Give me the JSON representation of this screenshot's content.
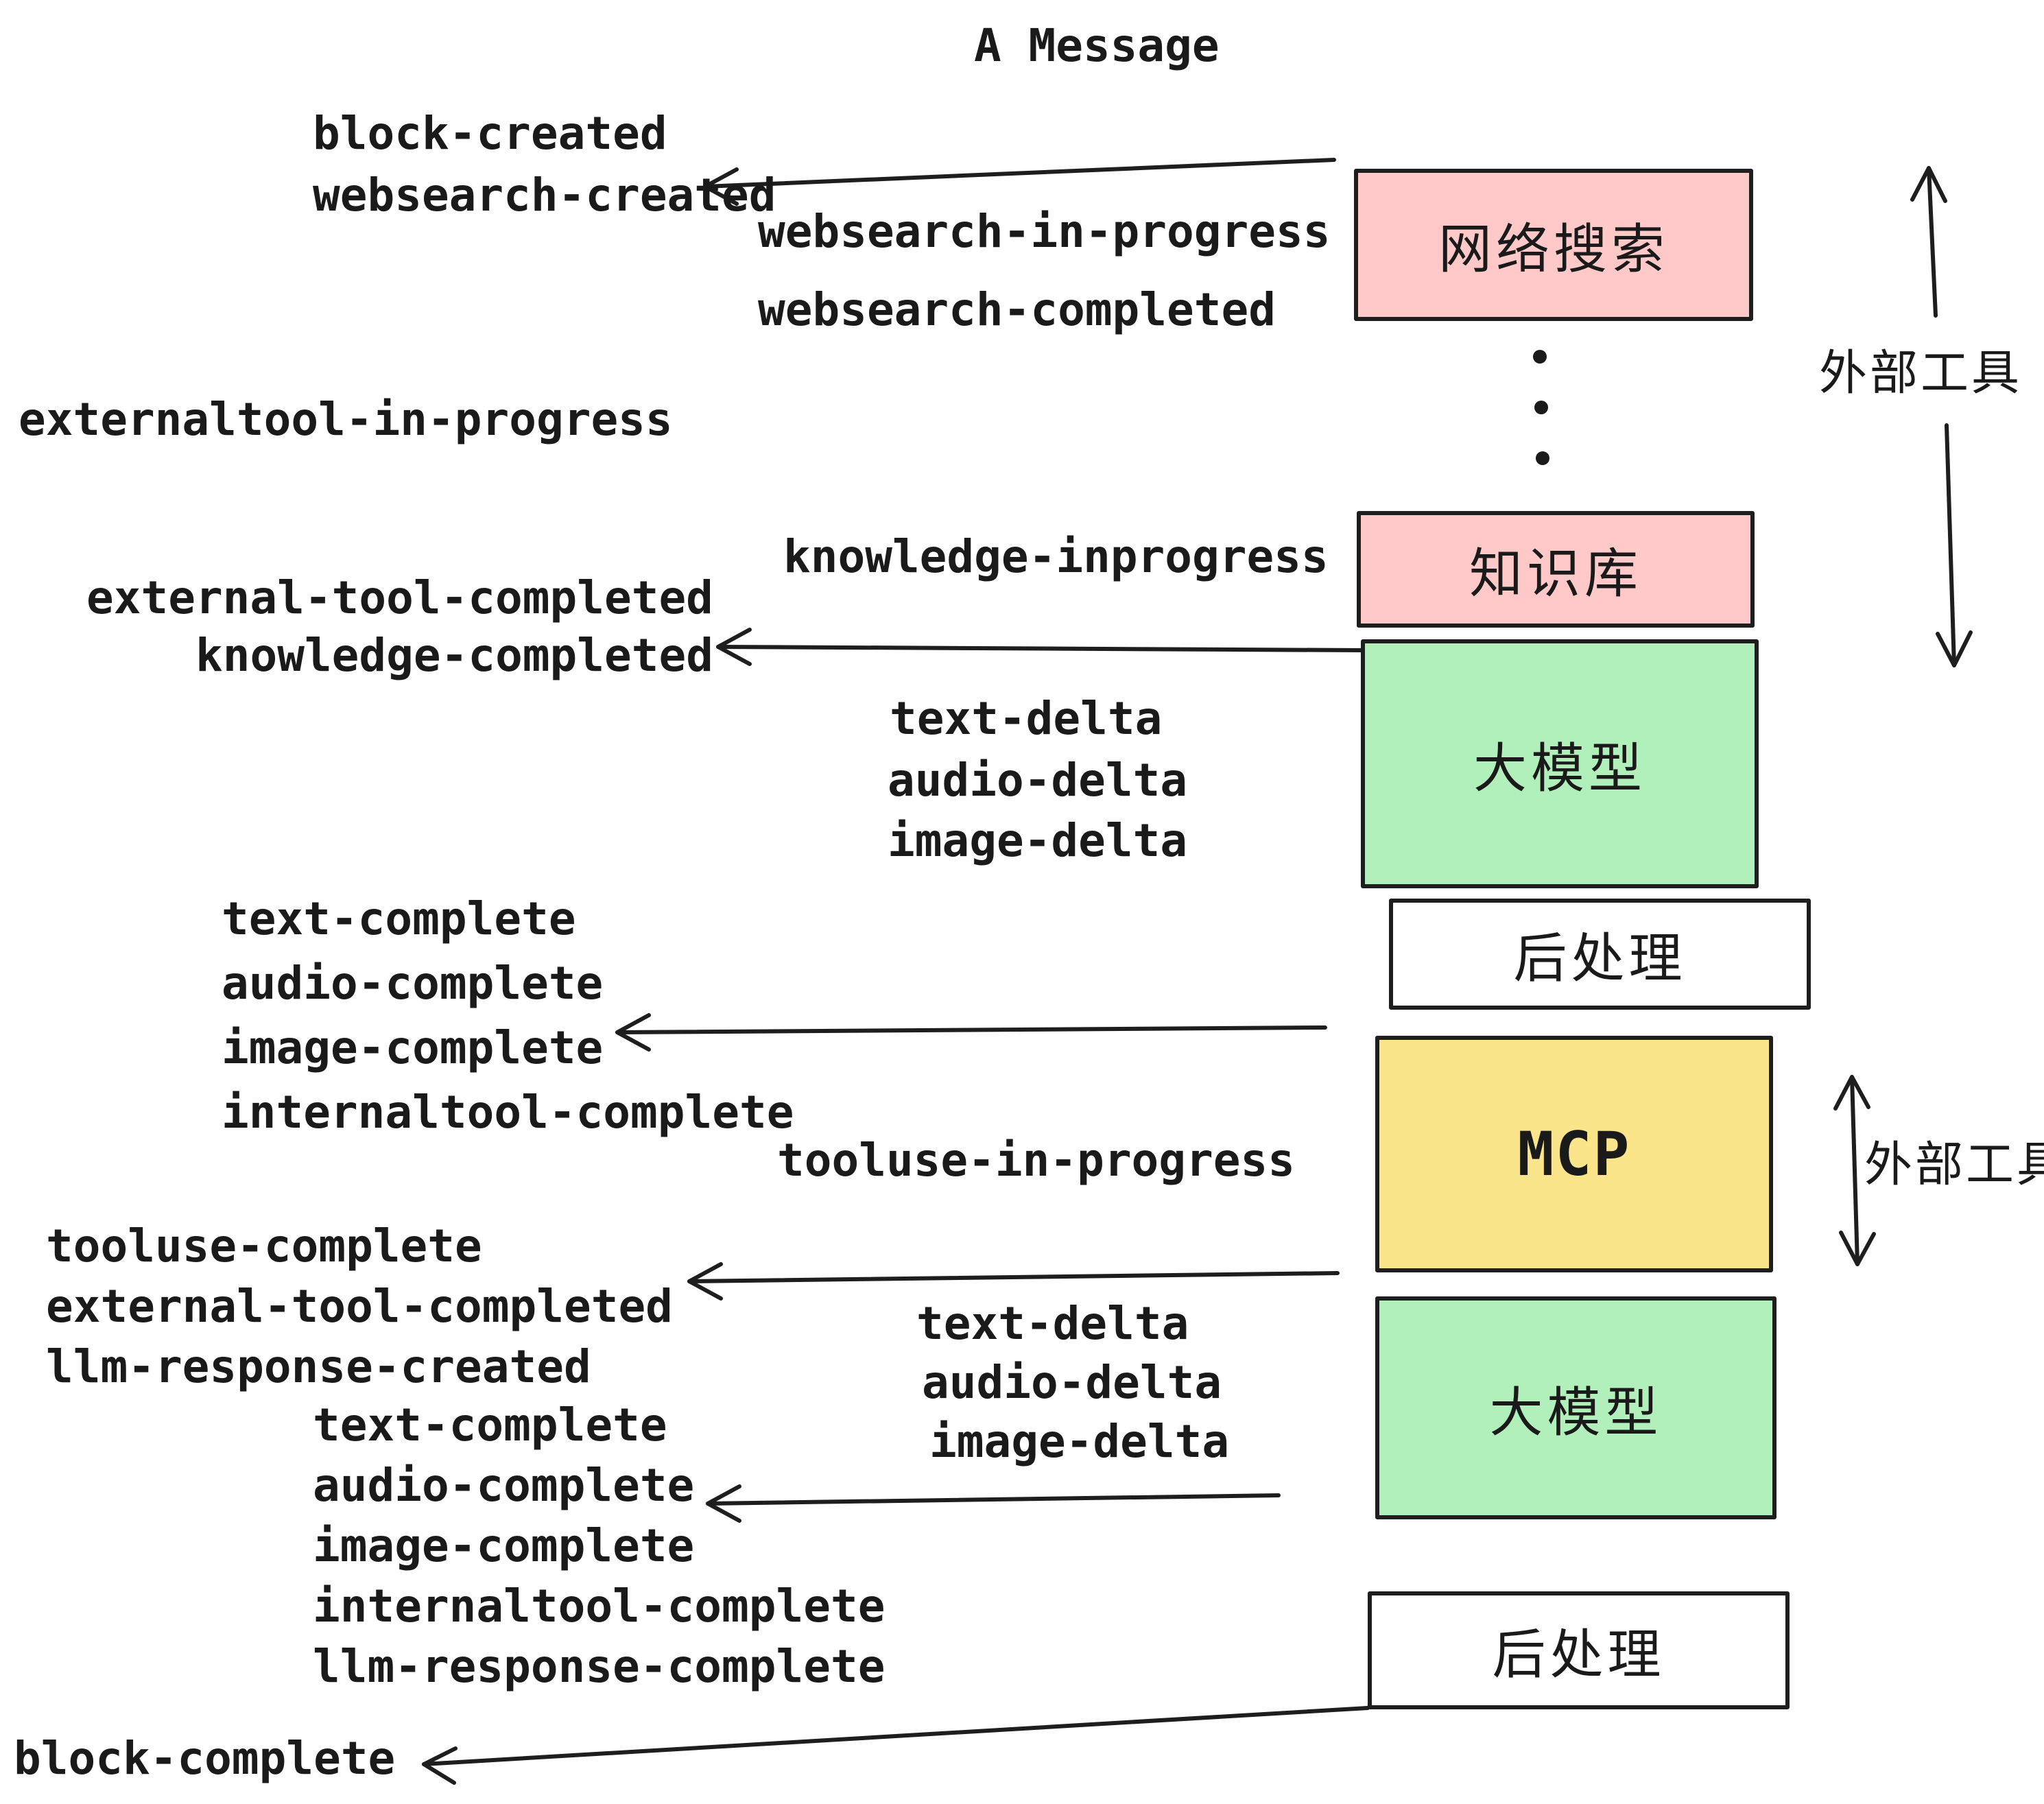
{
  "title": "A Message",
  "boxes": [
    {
      "id": "websearch",
      "label": "网络搜索",
      "color": "#ffc9c9"
    },
    {
      "id": "knowledge",
      "label": "知识库",
      "color": "#ffc9c9"
    },
    {
      "id": "llm-1",
      "label": "大模型",
      "color": "#b2f0bb"
    },
    {
      "id": "post-1",
      "label": "后处理",
      "color": "#ffffff"
    },
    {
      "id": "mcp",
      "label": "MCP",
      "color": "#fae58b"
    },
    {
      "id": "llm-2",
      "label": "大模型",
      "color": "#b2f0bb"
    },
    {
      "id": "post-2",
      "label": "后处理",
      "color": "#ffffff"
    }
  ],
  "side_labels": {
    "external_tools_top": "外部工具",
    "external_tools_mcp": "外部工具"
  },
  "events": [
    "block-created",
    "websearch-created",
    "websearch-in-progress",
    "websearch-completed",
    "externaltool-in-progress",
    "knowledge-inprogress",
    "external-tool-completed",
    "knowledge-completed",
    "text-delta",
    "audio-delta",
    "image-delta",
    "text-complete",
    "audio-complete",
    "image-complete",
    "internaltool-complete",
    "tooluse-in-progress",
    "tooluse-complete",
    "external-tool-completed",
    "llm-response-created",
    "text-complete",
    "audio-complete",
    "image-complete",
    "internaltool-complete",
    "llm-response-complete",
    "text-delta",
    "audio-delta",
    "image-delta",
    "block-complete"
  ],
  "colors": {
    "box_pink": "#ffc9c9",
    "box_green": "#b2f0bb",
    "box_yellow": "#fae58b",
    "box_white": "#ffffff",
    "stroke": "#1e1e1e",
    "text": "#1a1a1a",
    "background": "#ffffff"
  }
}
